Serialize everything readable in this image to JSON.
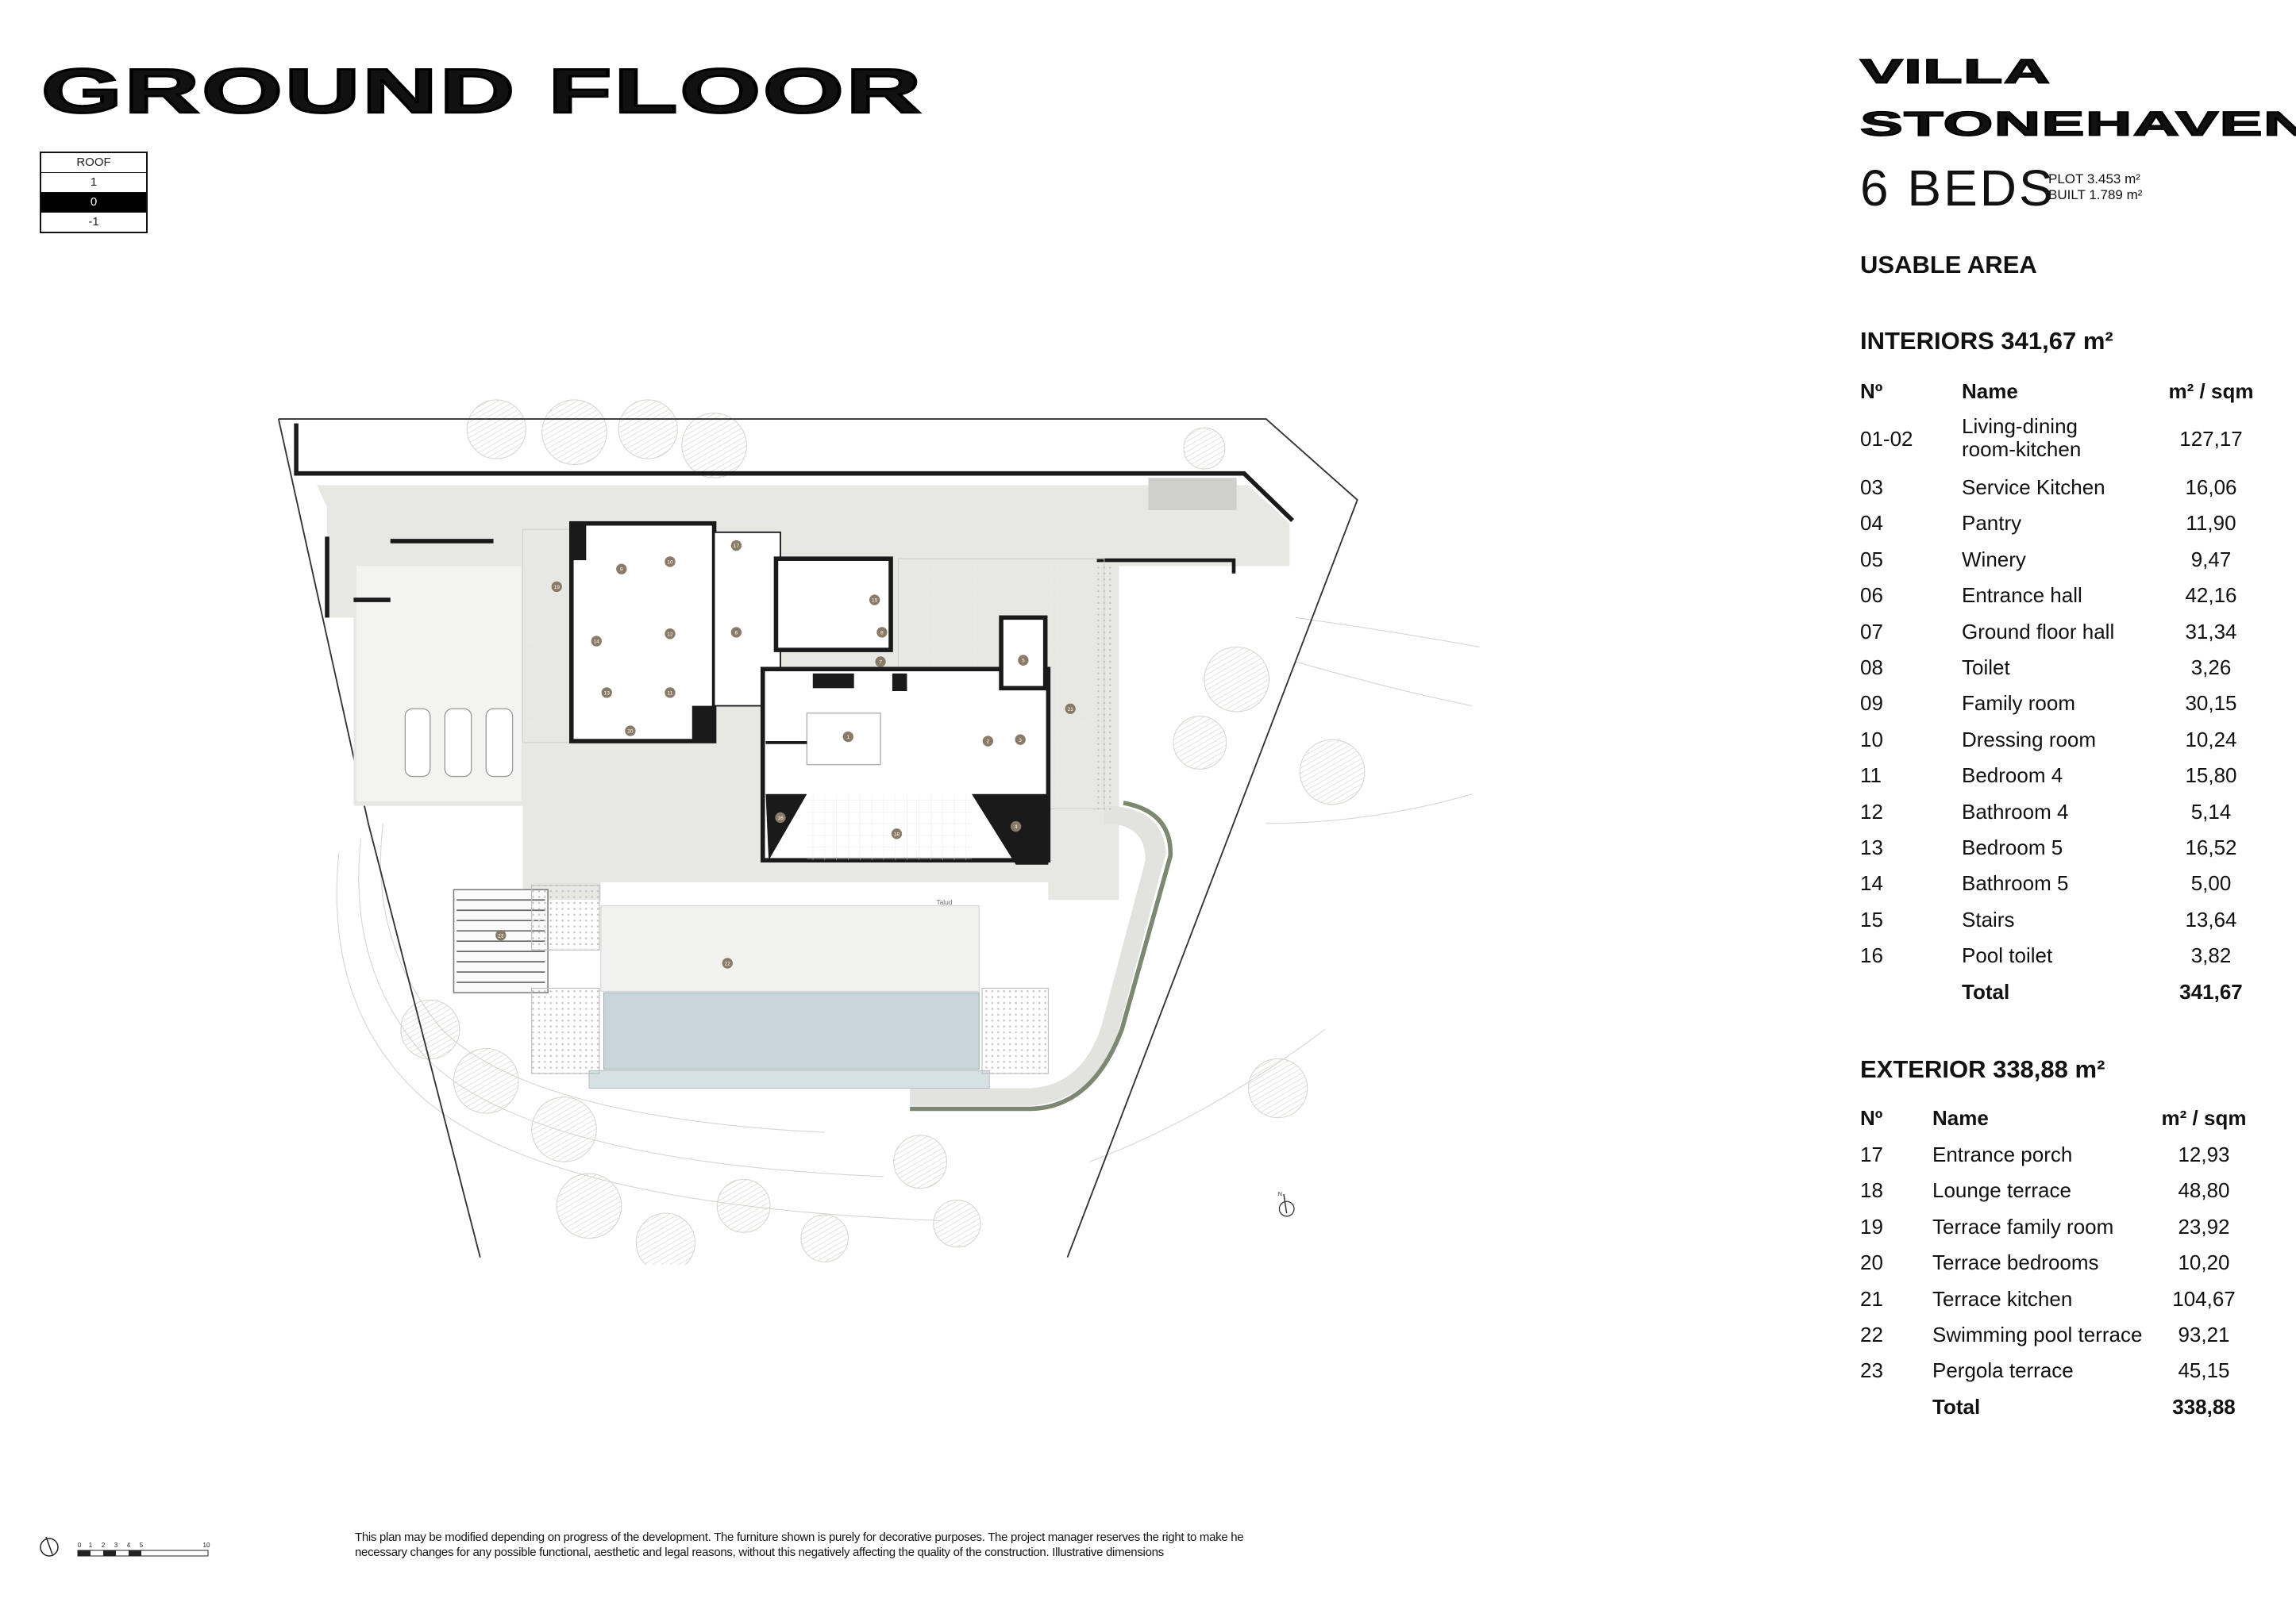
{
  "header": {
    "title": "GROUND FLOOR"
  },
  "levels": [
    {
      "label": "ROOF",
      "active": false
    },
    {
      "label": "1",
      "active": false
    },
    {
      "label": "0",
      "active": true
    },
    {
      "label": "-1",
      "active": false
    }
  ],
  "villa": {
    "name_line1": "VILLA",
    "name_line2": "STONEHAVEN",
    "beds": "6 BEDS",
    "plot": "PLOT 3.453 m²",
    "built": "BUILT 1.789 m²"
  },
  "usable_area": "USABLE AREA",
  "interiors": {
    "title": "INTERIORS 341,67 m²",
    "headers": [
      "Nº",
      "Name",
      "m² / sqm"
    ],
    "rows": [
      {
        "no": "01-02",
        "name": "Living-dining room-kitchen",
        "name_l1": "Living-dining",
        "name_l2": "room-kitchen",
        "area": "127,17"
      },
      {
        "no": "03",
        "name": "Service Kitchen",
        "area": "16,06"
      },
      {
        "no": "04",
        "name": "Pantry",
        "area": "11,90"
      },
      {
        "no": "05",
        "name": "Winery",
        "area": "9,47"
      },
      {
        "no": "06",
        "name": "Entrance hall",
        "area": "42,16"
      },
      {
        "no": "07",
        "name": "Ground floor hall",
        "area": "31,34"
      },
      {
        "no": "08",
        "name": "Toilet",
        "area": "3,26"
      },
      {
        "no": "09",
        "name": "Family room",
        "area": "30,15"
      },
      {
        "no": "10",
        "name": "Dressing room",
        "area": "10,24"
      },
      {
        "no": "11",
        "name": "Bedroom 4",
        "area": "15,80"
      },
      {
        "no": "12",
        "name": "Bathroom 4",
        "area": "5,14"
      },
      {
        "no": "13",
        "name": "Bedroom 5",
        "area": "16,52"
      },
      {
        "no": "14",
        "name": "Bathroom 5",
        "area": "5,00"
      },
      {
        "no": "15",
        "name": "Stairs",
        "area": "13,64"
      },
      {
        "no": "16",
        "name": "Pool toilet",
        "area": "3,82"
      }
    ],
    "total_label": "Total",
    "total": "341,67"
  },
  "exterior": {
    "title": "EXTERIOR 338,88 m²",
    "headers": [
      "Nº",
      "Name",
      "m² / sqm"
    ],
    "rows": [
      {
        "no": "17",
        "name": "Entrance porch",
        "area": "12,93"
      },
      {
        "no": "18",
        "name": "Lounge terrace",
        "area": "48,80"
      },
      {
        "no": "19",
        "name": "Terrace family room",
        "area": "23,92"
      },
      {
        "no": "20",
        "name": "Terrace bedrooms",
        "area": "10,20"
      },
      {
        "no": "21",
        "name": "Terrace kitchen",
        "area": "104,67"
      },
      {
        "no": "22",
        "name": "Swimming pool terrace",
        "area": "93,21"
      },
      {
        "no": "23",
        "name": "Pergola terrace",
        "area": "45,15"
      }
    ],
    "total_label": "Total",
    "total": "338,88"
  },
  "plan": {
    "markers": [
      "1",
      "2",
      "3",
      "4",
      "5",
      "6",
      "7",
      "8",
      "9",
      "10",
      "11",
      "12",
      "13",
      "14",
      "15",
      "16",
      "17",
      "18",
      "19",
      "20",
      "21",
      "22",
      "23"
    ],
    "talud_label": "Talud",
    "north_label": "N",
    "colors": {
      "wall": "#1a1a1a",
      "ground": "#e7e8e4",
      "pool": "#c8d6d9",
      "marker": "#8a7b68",
      "path": "#7d8873",
      "tree": "#dfe3dc"
    }
  },
  "scale_bar": {
    "ticks": [
      "0",
      "1",
      "2",
      "3",
      "4",
      "5",
      "10"
    ]
  },
  "footer": {
    "disclaimer_line1": "This plan may be modified depending on progress of the development. The furniture shown is purely for decorative purposes. The project manager reserves the right to make he",
    "disclaimer_line2": "necessary changes for any possible functional, aesthetic and legal reasons, without this negatively affecting the quality of the construction. Illustrative dimensions"
  }
}
